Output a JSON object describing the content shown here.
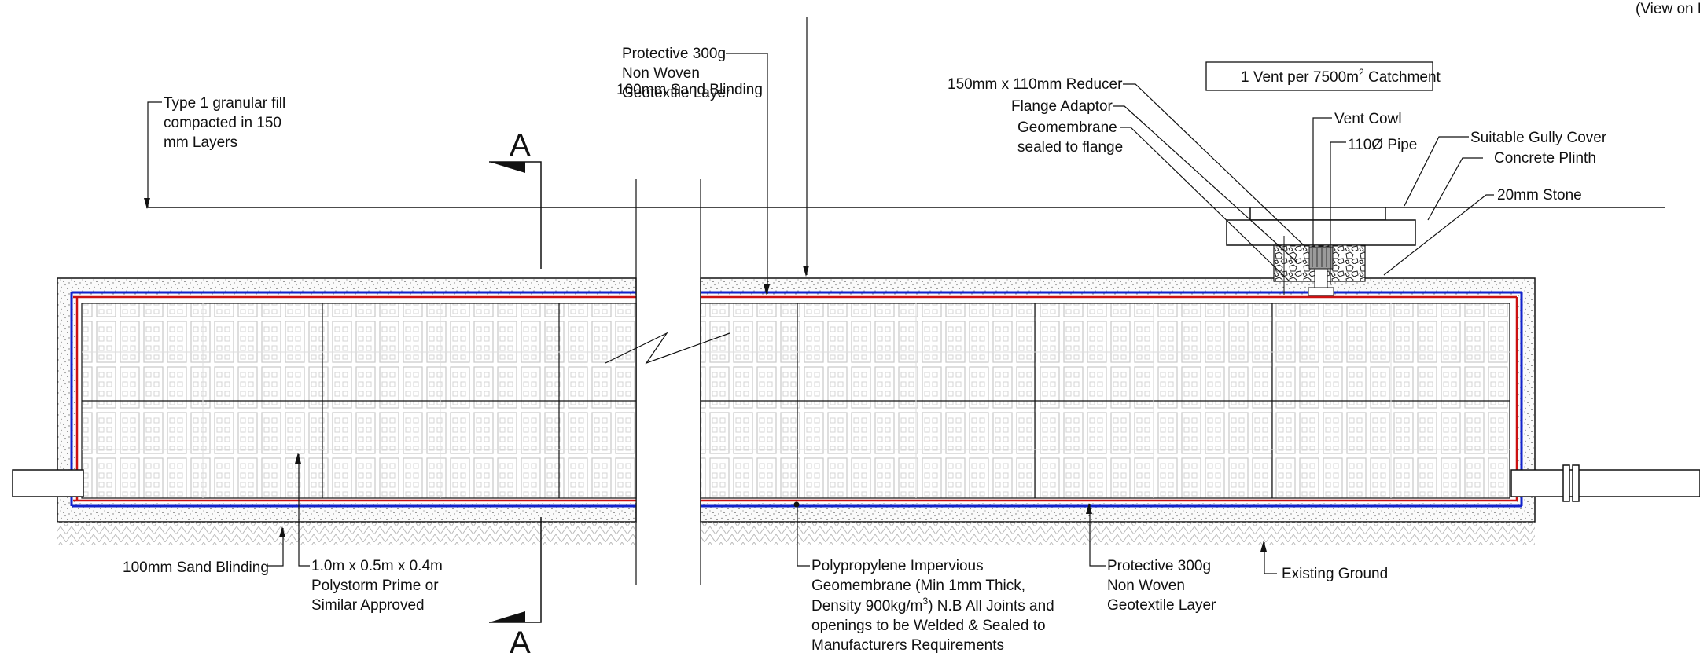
{
  "header": {
    "view_note": "(View on Plan)"
  },
  "section_marker": {
    "letter": "A"
  },
  "catchment_box": {
    "text": "1 Vent per 7500m",
    "sup": "2",
    "suffix": " Catchment"
  },
  "labels": {
    "granular_fill": [
      "Type 1 granular fill",
      "compacted in 150",
      "mm Layers"
    ],
    "protective_top": [
      "Protective 300g",
      "Non Woven",
      "Geotextile Layer"
    ],
    "sand_blinding_top": "100mm Sand Blinding",
    "reducer": "150mm x 110mm Reducer",
    "flange_adaptor": "Flange Adaptor",
    "geomembrane_flange": [
      "Geomembrane",
      "sealed to flange"
    ],
    "vent_cowl": "Vent Cowl",
    "pipe": "110Ø Pipe",
    "gully_cover": "Suitable Gully Cover",
    "concrete_plinth": "Concrete Plinth",
    "stone": "20mm Stone",
    "sand_blinding_bottom": "100mm Sand Blinding",
    "polystorm": [
      "1.0m x 0.5m x 0.4m",
      "Polystorm Prime or",
      "Similar Approved"
    ],
    "geomembrane": {
      "line1": "Polypropylene Impervious",
      "line2": "Geomembrane (Min 1mm Thick,",
      "line3a": "Density 900kg/m",
      "line3sup": "3",
      "line3b": ") N.B All Joints and",
      "line4": "openings to be Welded & Sealed to",
      "line5": "Manufacturers Requirements"
    },
    "protective_bottom": [
      "Protective 300g",
      "Non Woven",
      "Geotextile Layer"
    ],
    "existing_ground": "Existing Ground"
  },
  "colors": {
    "membrane_red": "#cc1111",
    "membrane_blue": "#1122cc",
    "line": "#111111",
    "crate": "#bdbdbd"
  }
}
